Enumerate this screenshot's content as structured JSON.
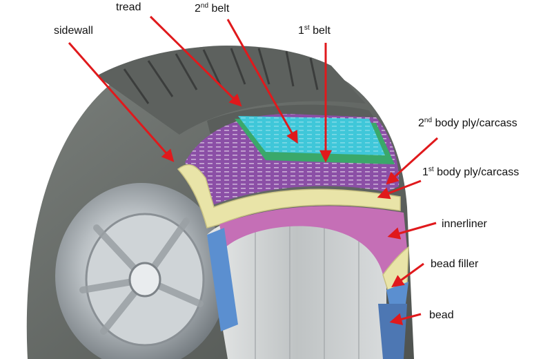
{
  "labels": {
    "sidewall": {
      "text": "sidewall"
    },
    "tread": {
      "text": "tread"
    },
    "belt2": {
      "num": "2",
      "sup": "nd",
      "text": " belt"
    },
    "belt1": {
      "num": "1",
      "sup": "st",
      "text": " belt"
    },
    "ply2": {
      "num": "2",
      "sup": "nd",
      "text": " body ply/carcass"
    },
    "ply1": {
      "num": "1",
      "sup": "st",
      "text": " body ply/carcass"
    },
    "innerliner": {
      "text": "innerliner"
    },
    "bead_filler": {
      "text": "bead filler"
    },
    "bead": {
      "text": "bead"
    }
  },
  "colors": {
    "arrow": "#e0191c",
    "rubber": "#6b6f6c",
    "belt_cyan": "#3fc7d9",
    "belt_green": "#3aa86a",
    "ply_purple": "#8b4fa6",
    "ply_yellow": "#e9e4a8",
    "innerliner_pink": "#c56fb6",
    "bead_blue": "#5b8fd0"
  }
}
